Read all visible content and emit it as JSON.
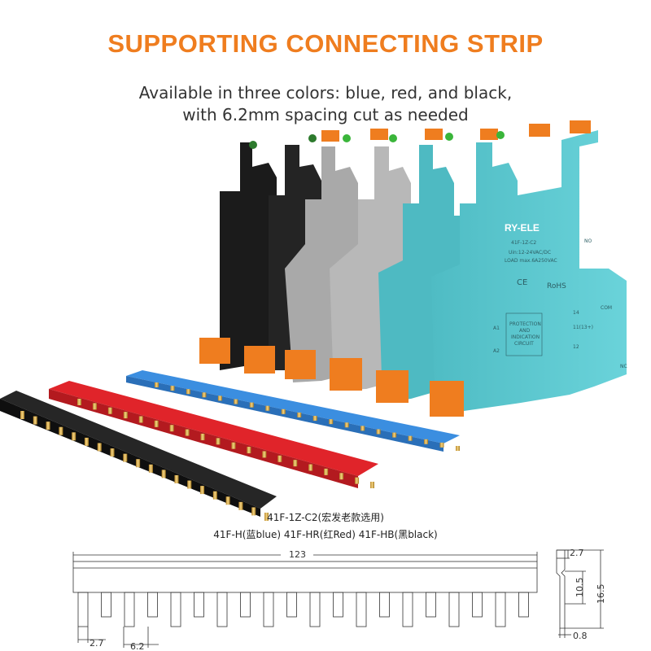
{
  "header": {
    "title": "SUPPORTING CONNECTING STRIP",
    "subtitle_line1": "Available in three colors: blue, red, and black,",
    "subtitle_line2": "with 6.2mm spacing cut as needed"
  },
  "relay": {
    "brand": "RY-ELE",
    "model": "41F-1Z-C2",
    "spec_uin": "Uin:12-24VAC/DC",
    "spec_load": "LOAD max.6A250VAC",
    "cert_ce": "CE",
    "cert_rohs": "RoHS",
    "circuit_text_1": "PROTECTION",
    "circuit_text_2": "AND",
    "circuit_text_3": "INDICATION",
    "circuit_text_4": "CIRCUIT",
    "terminal_a1": "A1",
    "terminal_a2": "A2",
    "terminal_14": "14",
    "terminal_12": "12",
    "terminal_11": "11(13+)",
    "terminal_no": "NO",
    "terminal_nc": "NC",
    "terminal_com": "COM"
  },
  "models": {
    "line1": "41F-1Z-C2(宏发老款选用)",
    "line2": "41F-H(蓝blue)   41F-HR(红Red)   41F-HB(黑black)"
  },
  "strip_colors": {
    "blue": "#3b8ee0",
    "red": "#e0242a",
    "black": "#1e1e1e",
    "orange": "#ef7d1f",
    "teal": "#56c7cf",
    "gray": "#a7a7a7"
  },
  "dimensions": {
    "length": "123",
    "pin_width": "2.7",
    "pitch": "6.2",
    "side_top": "2.7",
    "side_mid": "10.5",
    "side_height": "16.5",
    "side_thickness": "0.8"
  }
}
